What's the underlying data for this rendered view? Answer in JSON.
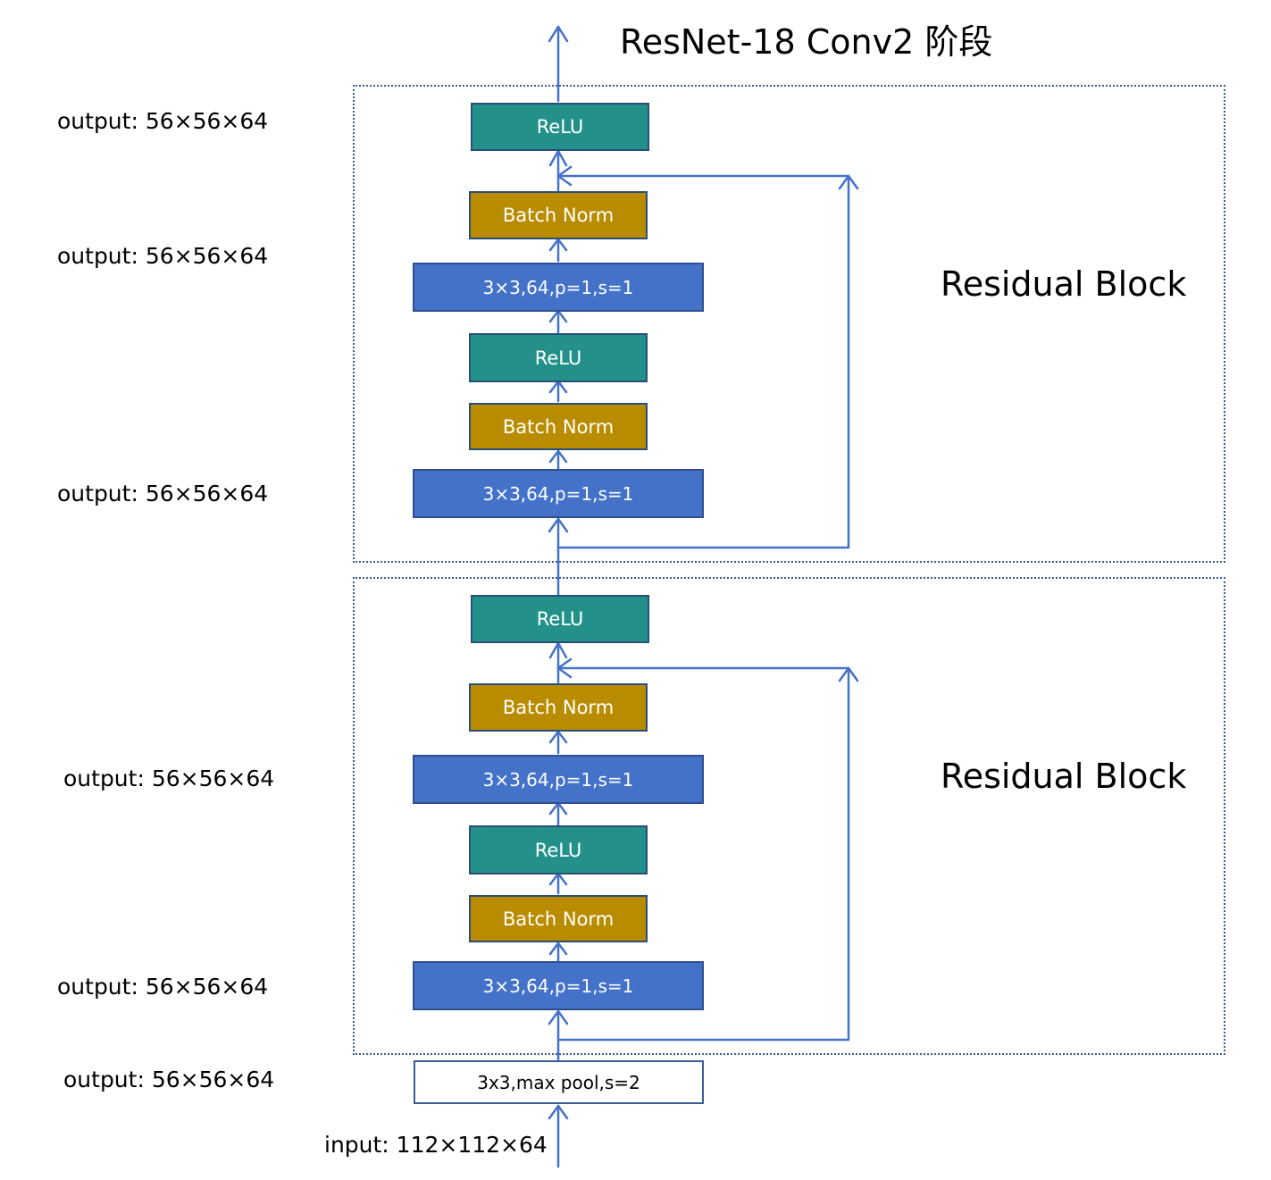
{
  "title": "ResNet-18 Conv2 阶段",
  "blocks": [
    {
      "label": "Residual Block",
      "layers": {
        "relu_out": "ReLU",
        "bn2": "Batch Norm",
        "conv2": "3×3,64,p=1,s=1",
        "relu1": "ReLU",
        "bn1": "Batch Norm",
        "conv1": "3×3,64,p=1,s=1"
      }
    },
    {
      "label": "Residual Block",
      "layers": {
        "relu_out": "ReLU",
        "bn2": "Batch Norm",
        "conv2": "3×3,64,p=1,s=1",
        "relu1": "ReLU",
        "bn1": "Batch Norm",
        "conv1": "3×3,64,p=1,s=1"
      }
    }
  ],
  "pool": "3x3,max pool,s=2",
  "output_labels": [
    "output: 56×56×64",
    "output: 56×56×64",
    "output: 56×56×64",
    "output: 56×56×64",
    "output: 56×56×64",
    "output: 56×56×64"
  ],
  "input_label": "input: 112×112×64",
  "colors": {
    "relu": "#23918a",
    "batch_norm": "#b98c00",
    "conv": "#4472c8",
    "arrow": "#4472c8",
    "block_border": "#3b5c8f"
  }
}
